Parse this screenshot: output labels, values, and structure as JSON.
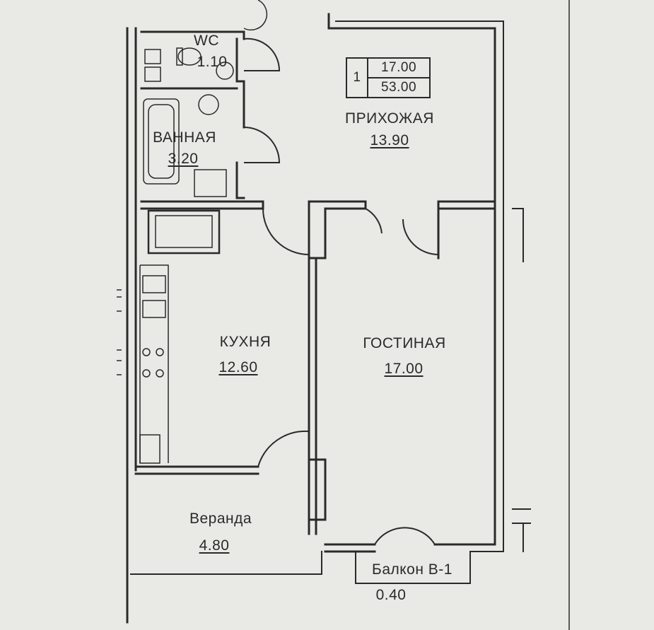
{
  "apartment": {
    "rooms_count": "1",
    "living_area": "17.00",
    "total_area": "53.00"
  },
  "rooms": {
    "wc": {
      "name": "WC",
      "area": "1.10"
    },
    "bath": {
      "name": "ВАННАЯ",
      "area": "3.20"
    },
    "hall": {
      "name": "ПРИХОЖАЯ",
      "area": "13.90"
    },
    "kitchen": {
      "name": "КУХНЯ",
      "area": "12.60"
    },
    "living": {
      "name": "ГОСТИНАЯ",
      "area": "17.00"
    },
    "veranda": {
      "name": "Веранда",
      "area": "4.80"
    },
    "balcony": {
      "name": "Балкон В-1",
      "area": "0.40"
    }
  },
  "colors": {
    "paper": "#e9e9e6",
    "ink": "#2a2a2a"
  }
}
